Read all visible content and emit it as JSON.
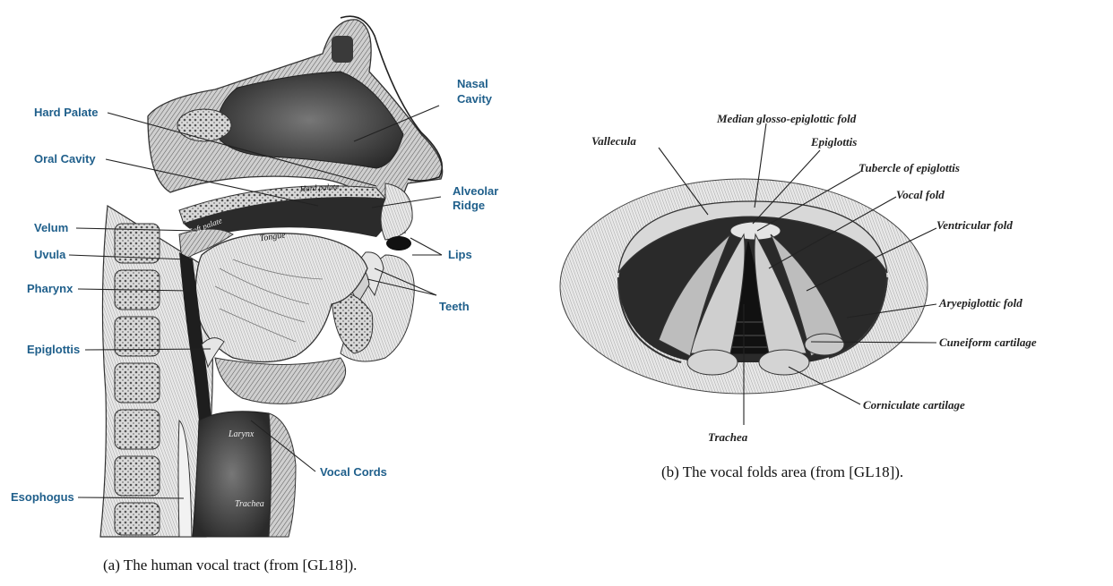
{
  "figure_a": {
    "labels": {
      "hard_palate": "Hard Palate",
      "oral_cavity": "Oral Cavity",
      "velum": "Velum",
      "uvula": "Uvula",
      "pharynx": "Pharynx",
      "epiglottis": "Epiglottis",
      "esophogus": "Esophogus",
      "nasal": "Nasal",
      "cavity": "Cavity",
      "alveolar": "Alveolar",
      "ridge": "Ridge",
      "lips": "Lips",
      "teeth": "Teeth",
      "vocal_cords": "Vocal Cords"
    },
    "inner_labels": {
      "tongue": "Tongue",
      "soft_palate": "Soft palate",
      "hard_palate": "Hard palate",
      "larynx": "Larynx",
      "trachea": "Trachea"
    },
    "caption": "(a)  The human vocal tract (from [GL18])."
  },
  "figure_b": {
    "labels": {
      "median": "Median glosso-epiglottic fold",
      "vallecula": "Vallecula",
      "epiglottis": "Epiglottis",
      "tubercle": "Tubercle of epiglottis",
      "vocal_fold": "Vocal fold",
      "ventricular_fold": "Ventricular fold",
      "aryepiglottic": "Aryepiglottic fold",
      "cuneiform": "Cuneiform cartilage",
      "corniculate": "Corniculate cartilage",
      "trachea": "Trachea"
    },
    "caption": "(b)  The vocal folds area (from [GL18])."
  },
  "colors": {
    "label_blue": "#1f5f8b",
    "ink": "#222222"
  }
}
